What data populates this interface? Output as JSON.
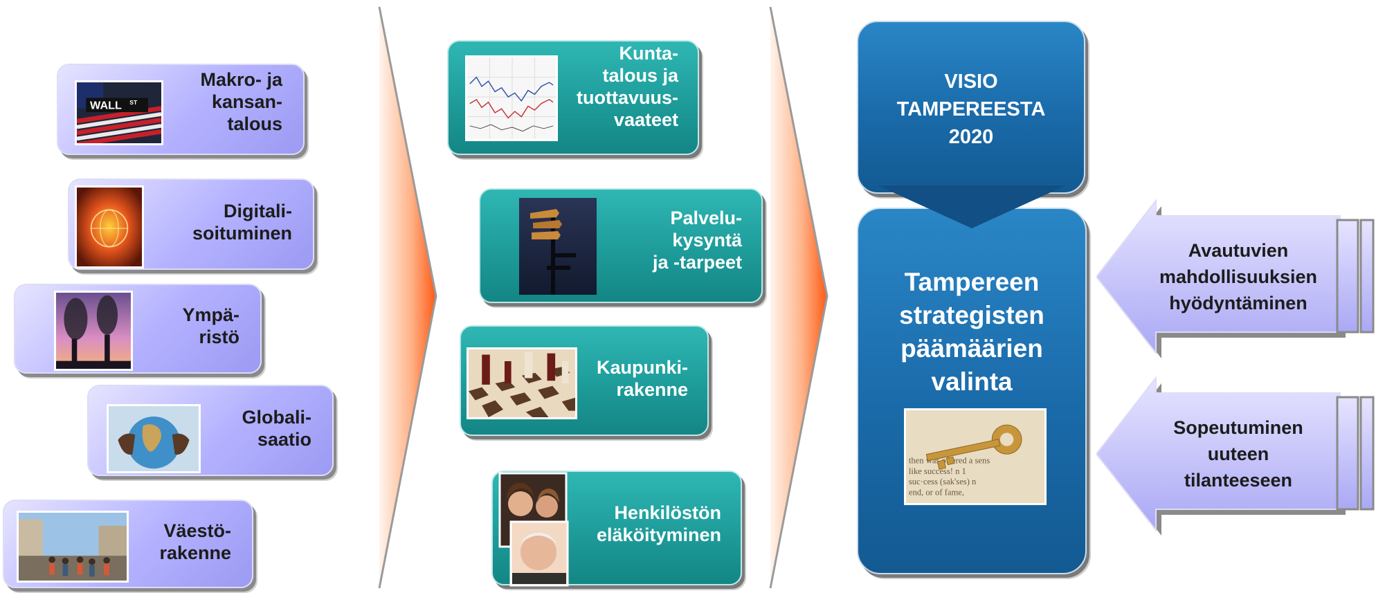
{
  "left_factors": [
    {
      "lines": [
        "Makro- ja",
        "kansan-",
        "talous"
      ],
      "image": "wall-street-flag-photo"
    },
    {
      "lines": [
        "Digitali-",
        "soituminen"
      ],
      "image": "internet-globe-photo"
    },
    {
      "lines": [
        "Ympä-",
        "ristö"
      ],
      "image": "smokestacks-photo"
    },
    {
      "lines": [
        "Globali-",
        "saatio"
      ],
      "image": "hands-globe-photo"
    },
    {
      "lines": [
        "Väestö-",
        "rakenne"
      ],
      "image": "street-crowd-photo"
    }
  ],
  "middle_factors": [
    {
      "lines": [
        "Kunta-",
        "talous ja",
        "tuottavuus-",
        "vaateet"
      ],
      "image": "stock-chart-photo"
    },
    {
      "lines": [
        "Palvelu-",
        "kysyntä",
        "ja -tarpeet"
      ],
      "image": "signpost-photo"
    },
    {
      "lines": [
        "Kaupunki-",
        "rakenne"
      ],
      "image": "chess-board-photo"
    },
    {
      "lines": [
        "Henkilöstön",
        "eläköityminen"
      ],
      "image": "senior-people-photo"
    }
  ],
  "vision": {
    "lines": [
      "VISIO",
      "TAMPEREESTA",
      "2020"
    ]
  },
  "strategy": {
    "lines": [
      "Tampereen",
      "strategisten",
      "päämäärien",
      "valinta"
    ],
    "image": "key-dictionary-photo"
  },
  "right_arrows": [
    {
      "lines": [
        "Avautuvien",
        "mahdollisuuksien",
        "hyödyntäminen"
      ]
    },
    {
      "lines": [
        "Sopeutuminen",
        "uuteen",
        "tilanteeseen"
      ]
    }
  ],
  "colors": {
    "lavender": "#b4b2ff",
    "teal": "#1f9e9c",
    "navy": "#1a6aa9",
    "chevron": "#ff6a2a"
  }
}
